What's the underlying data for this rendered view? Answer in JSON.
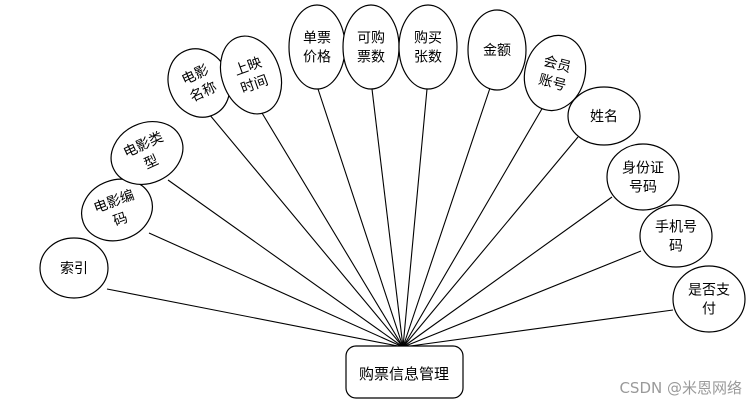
{
  "center": {
    "label": "购票信息管理"
  },
  "attributes": [
    {
      "id": "index",
      "lines": [
        "索引"
      ]
    },
    {
      "id": "movie-code",
      "lines": [
        "电影编",
        "码"
      ]
    },
    {
      "id": "movie-type",
      "lines": [
        "电影类",
        "型"
      ]
    },
    {
      "id": "movie-name",
      "lines": [
        "电影",
        "名称"
      ]
    },
    {
      "id": "show-time",
      "lines": [
        "上映",
        "时间"
      ]
    },
    {
      "id": "ticket-price",
      "lines": [
        "单票",
        "价格"
      ]
    },
    {
      "id": "available-tickets",
      "lines": [
        "可购",
        "票数"
      ]
    },
    {
      "id": "tickets-bought",
      "lines": [
        "购买",
        "张数"
      ]
    },
    {
      "id": "amount",
      "lines": [
        "金额"
      ]
    },
    {
      "id": "member-account",
      "lines": [
        "会员",
        "账号"
      ]
    },
    {
      "id": "name",
      "lines": [
        "姓名"
      ]
    },
    {
      "id": "id-number",
      "lines": [
        "身份证",
        "号码"
      ]
    },
    {
      "id": "phone",
      "lines": [
        "手机号",
        "码"
      ]
    },
    {
      "id": "paid",
      "lines": [
        "是否支",
        "付"
      ]
    }
  ],
  "watermark": "CSDN @米恩网络"
}
